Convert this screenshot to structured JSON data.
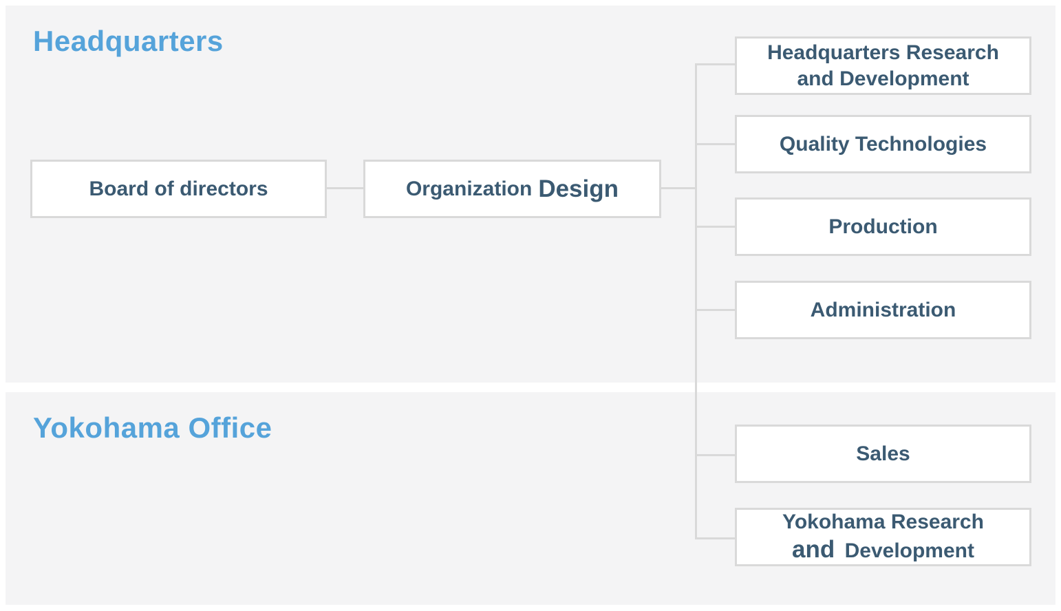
{
  "sections": {
    "headquarters": {
      "title": "Headquarters"
    },
    "yokohama": {
      "title": "Yokohama Office"
    }
  },
  "boxes": {
    "board_of_directors": {
      "text": "Board of directors"
    },
    "organization_design": {
      "text_part1": "Organization",
      "text_part2": "Design"
    },
    "hq_research": {
      "line1": "Headquarters Research",
      "line2": "and Development"
    },
    "quality_technologies": {
      "text": "Quality Technologies"
    },
    "production": {
      "text": "Production"
    },
    "administration": {
      "text": "Administration"
    },
    "sales": {
      "text": "Sales"
    },
    "yokohama_research": {
      "line1": "Yokohama Research",
      "line2_part1": "and",
      "line2_part2": "Development"
    }
  },
  "colors": {
    "section_background": "#f4f4f5",
    "heading_blue": "#55a3da",
    "box_text": "#3b5a72",
    "box_border": "#d9d9d9",
    "connector": "#d9d9d9",
    "page_background": "#ffffff"
  }
}
